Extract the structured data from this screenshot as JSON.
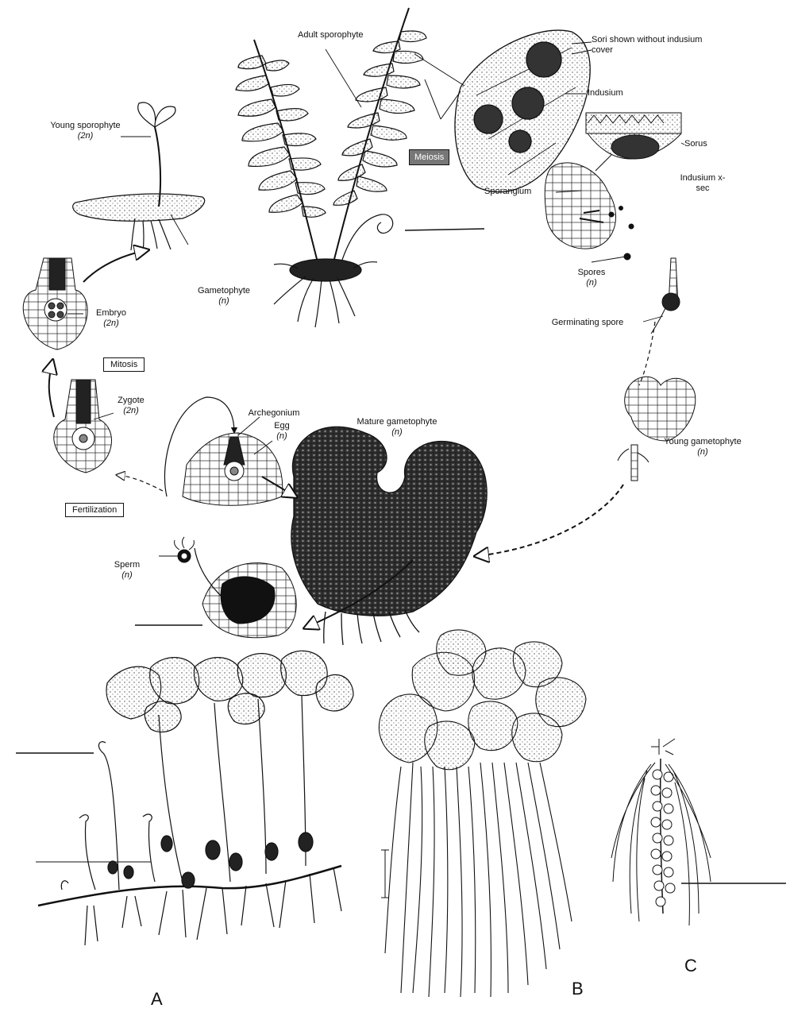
{
  "colors": {
    "ink": "#111111",
    "paper": "#ffffff",
    "stipple": "#555555",
    "dark": "#1a1a1a"
  },
  "life_cycle": {
    "adult_sporophyte": "Adult sporophyte",
    "sori_without_indusium": "Sori shown without indusium cover",
    "indusium": "Indusium",
    "sorus": "Sorus",
    "indusium_xsec": "Indusium x-sec",
    "meiosis": "Meiosis",
    "sporangium": "Sporangium",
    "spores": "Spores",
    "spores_ploidy": "(n)",
    "germinating_spore": "Germinating spore",
    "young_sporophyte": "Young sporophyte",
    "young_sporophyte_ploidy": "(2n)",
    "gametophyte": "Gametophyte",
    "gametophyte_ploidy": "(n)",
    "embryo": "Embryo",
    "embryo_ploidy": "(2n)",
    "mitosis": "Mitosis",
    "zygote": "Zygote",
    "zygote_ploidy": "(2n)",
    "archegonium": "Archegonium",
    "egg": "Egg",
    "egg_ploidy": "(n)",
    "mature_gametophyte": "Mature gametophyte",
    "mature_gametophyte_ploidy": "(n)",
    "young_gametophyte": "Young gametophyte",
    "young_gametophyte_ploidy": "(n)",
    "fertilization": "Fertilization",
    "sperm": "Sperm",
    "sperm_ploidy": "(n)"
  },
  "panels": {
    "a": "A",
    "b": "B",
    "c": "C"
  }
}
